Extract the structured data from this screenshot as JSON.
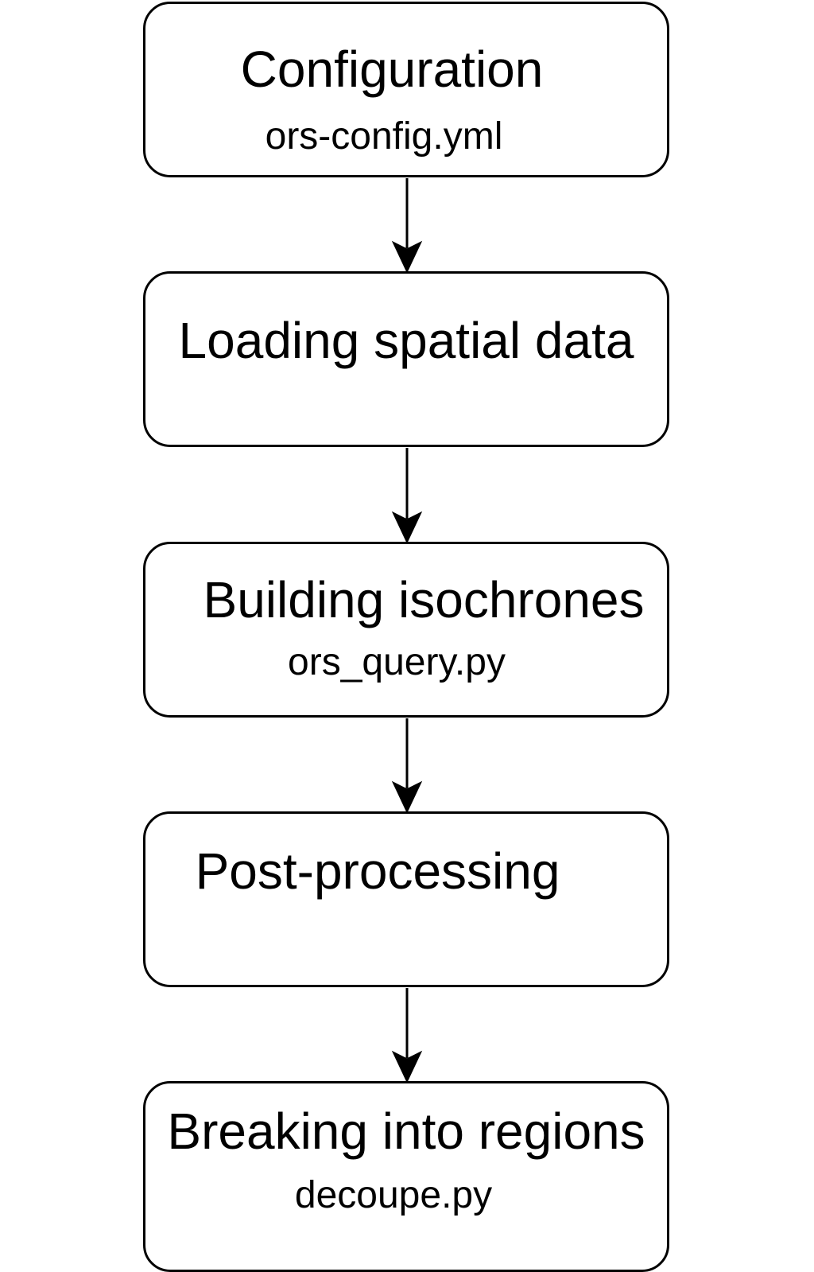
{
  "flowchart": {
    "steps": [
      {
        "title": "Configuration",
        "file": "ors-config.yml"
      },
      {
        "title": "Loading spatial data",
        "file": ""
      },
      {
        "title": "Building isochrones",
        "file": "ors_query.py"
      },
      {
        "title": "Post-processing",
        "file": ""
      },
      {
        "title": "Breaking into regions",
        "file": "decoupe.py"
      }
    ]
  },
  "colors": {
    "stroke": "#000000",
    "background": "#ffffff"
  }
}
